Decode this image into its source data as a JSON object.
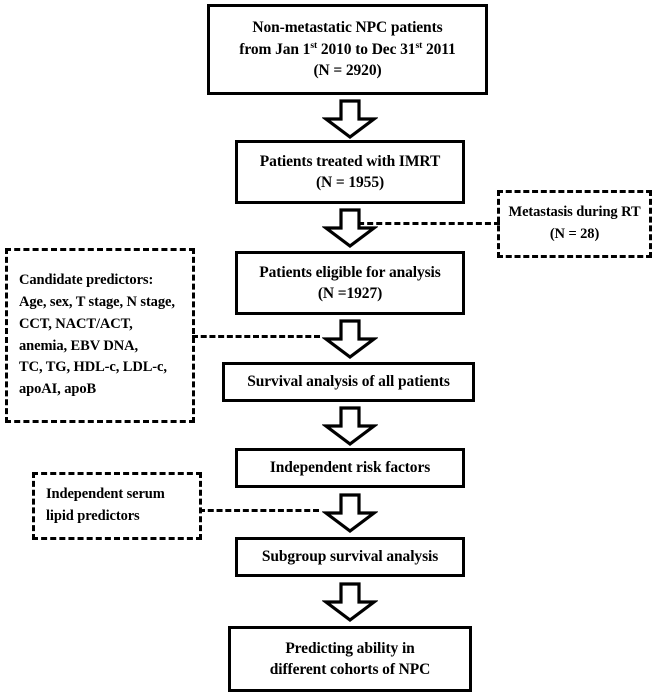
{
  "figure": {
    "type": "flowchart",
    "title": "Study flow diagram of non-metastatic NPC patient cohort",
    "colors": {
      "stroke": "#000000",
      "fill": "#ffffff",
      "text": "#000000"
    }
  },
  "nodes": {
    "cohort": {
      "line1": "Non-metastatic NPC patients",
      "line2_a": "from Jan 1",
      "line2_sup1": "st",
      "line2_b": " 2010 to Dec 31",
      "line2_sup2": "st",
      "line2_c": " 2011",
      "line3": "(N = 2920)"
    },
    "imrt": {
      "line1": "Patients treated with IMRT",
      "line2": "(N = 1955)"
    },
    "eligible": {
      "line1": "Patients eligible for analysis",
      "line2": "(N =1927)"
    },
    "survival_all": {
      "line1": "Survival analysis of all patients"
    },
    "risk_factors": {
      "line1": "Independent risk factors"
    },
    "subgroup": {
      "line1": "Subgroup survival analysis"
    },
    "predicting": {
      "line1": "Predicting ability in",
      "line2": "different cohorts of NPC"
    }
  },
  "side_nodes": {
    "metastasis": {
      "line1": "Metastasis during RT",
      "line2": "(N = 28)"
    },
    "candidate_predictors": {
      "line1": "Candidate predictors:",
      "line2": "Age, sex, T stage, N stage,",
      "line3": "CCT, NACT/ACT,",
      "line4": "anemia, EBV DNA,",
      "line5": "TC, TG, HDL-c, LDL-c,",
      "line6": "apoAI, apoB"
    },
    "serum_lipid": {
      "line1": "Independent serum",
      "line2": "lipid predictors"
    }
  },
  "connectors": {
    "arrow_1_label": "down-block-arrow",
    "arrow_2_label": "down-block-arrow",
    "arrow_3_label": "down-block-arrow",
    "arrow_4_label": "down-block-arrow",
    "arrow_5_label": "down-block-arrow",
    "arrow_6_label": "down-block-arrow",
    "dash_metastasis_label": "dashed-connector-metastasis",
    "dash_predictors_label": "dashed-connector-candidate-predictors",
    "dash_lipid_label": "dashed-connector-serum-lipid"
  }
}
